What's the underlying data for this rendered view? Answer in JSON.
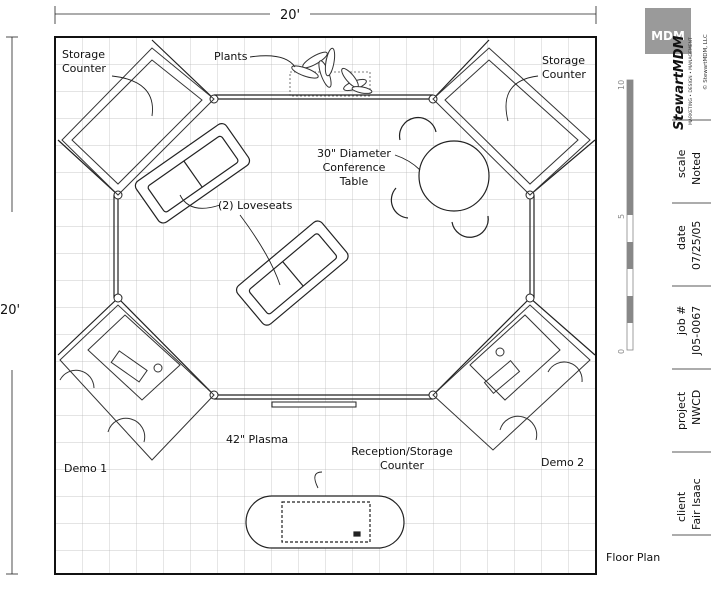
{
  "dimensions": {
    "width_label": "20'",
    "height_label": "20'"
  },
  "labels": {
    "storage_left": [
      "Storage",
      "Counter"
    ],
    "storage_right": [
      "Storage",
      "Counter"
    ],
    "plants": "Plants",
    "conference": [
      "30\" Diameter",
      "Conference",
      "Table"
    ],
    "loveseats": "(2) Loveseats",
    "plasma": "42\" Plasma",
    "reception": [
      "Reception/Storage",
      "Counter"
    ],
    "demo1": "Demo 1",
    "demo2": "Demo 2",
    "floor_plan": "Floor Plan"
  },
  "title_block": {
    "brand": "StewartMDM",
    "brand_tagline": "MARKETING • DESIGN • MANAGEMENT",
    "copyright": "© StewartMDM, LLC",
    "scale_ticks": [
      "0",
      "5",
      "10"
    ],
    "fields": [
      {
        "title": "scale",
        "value": "Noted"
      },
      {
        "title": "date",
        "value": "07/25/05"
      },
      {
        "title": "job #",
        "value": "J05-0067"
      },
      {
        "title": "project",
        "value": "NWCD"
      },
      {
        "title": "client",
        "value": "Fair Isaac"
      }
    ]
  }
}
